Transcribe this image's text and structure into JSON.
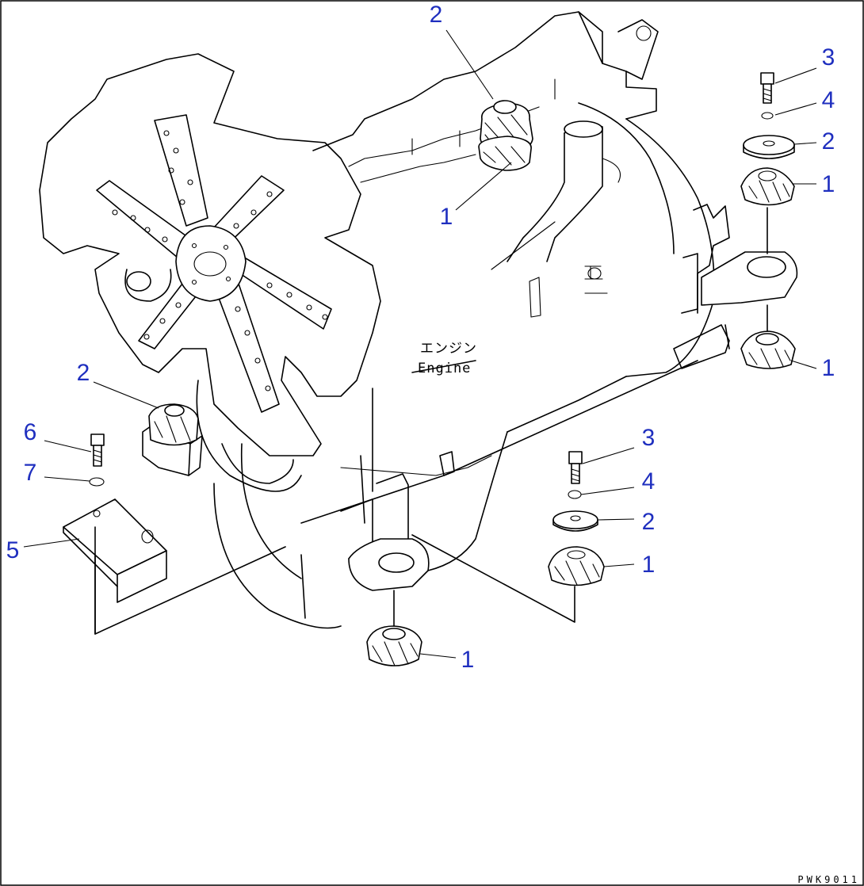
{
  "labels": {
    "engine_jp": "エンジン",
    "engine_en": "Engine",
    "drawing_code": "PWK9011"
  },
  "callouts": [
    "2",
    "3",
    "4",
    "2",
    "1",
    "1",
    "1",
    "2",
    "6",
    "7",
    "5",
    "3",
    "4",
    "2",
    "1",
    "1"
  ],
  "colors": {
    "callout": "#1f2fbf",
    "line": "#000000",
    "background": "#ffffff"
  }
}
